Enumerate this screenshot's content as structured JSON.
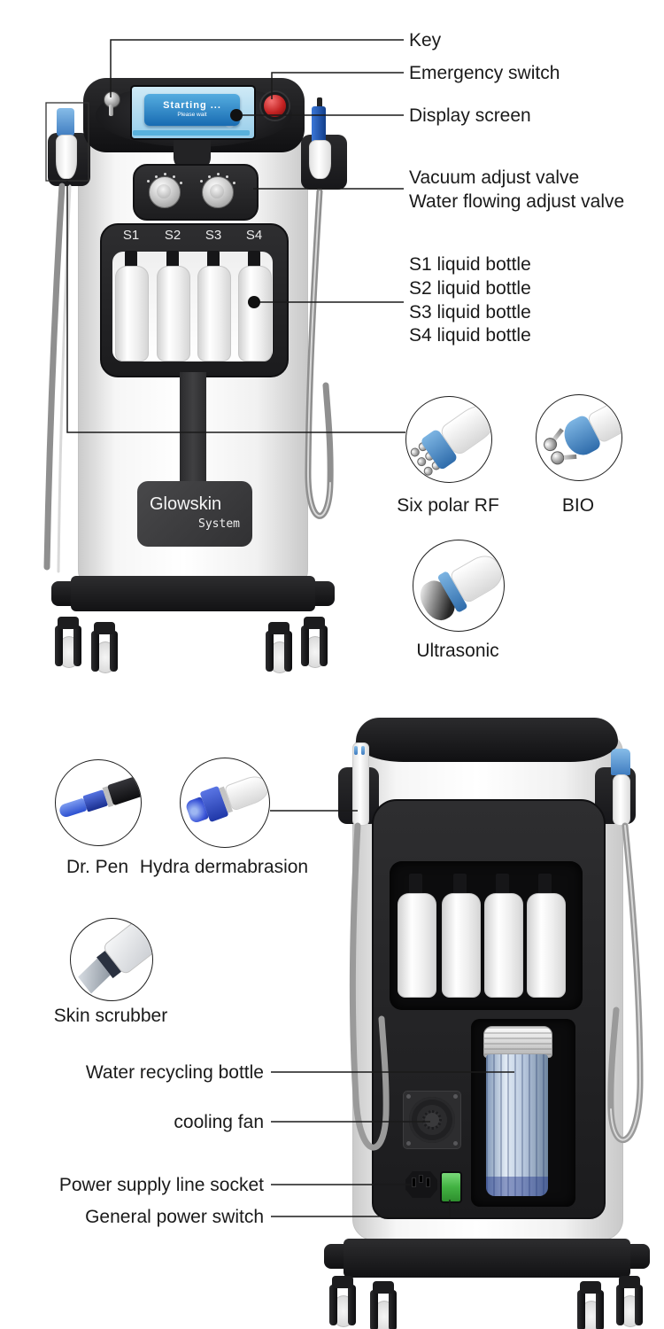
{
  "front": {
    "callouts": {
      "key": "Key",
      "emergency": "Emergency switch",
      "display": "Display screen",
      "vacuum": "Vacuum adjust valve",
      "water_flow": "Water flowing adjust valve",
      "s1": "S1 liquid bottle",
      "s2": "S2 liquid bottle",
      "s3": "S3 liquid bottle",
      "s4": "S4 liquid bottle"
    },
    "screen": {
      "status": "Starting ...",
      "hint": "Please wait"
    },
    "bottles": [
      "S1",
      "S2",
      "S3",
      "S4"
    ],
    "logo": {
      "brand": "Glowskin",
      "model": "System"
    },
    "attachments": {
      "rf": "Six polar RF",
      "bio": "BIO",
      "ultrasonic": "Ultrasonic"
    }
  },
  "back": {
    "attachments": {
      "drpen": "Dr. Pen",
      "hydra": "Hydra dermabrasion",
      "scrubber": "Skin scrubber"
    },
    "callouts": {
      "water_bottle": "Water recycling bottle",
      "fan": "cooling fan",
      "socket": "Power supply line socket",
      "switch": "General power switch"
    }
  },
  "colors": {
    "line": "#1a1a1a",
    "accent_blue": "#4a90d2",
    "emergency_red": "#c32222",
    "power_green": "#3fae3f",
    "screen_blue": "#2a7fc2"
  }
}
